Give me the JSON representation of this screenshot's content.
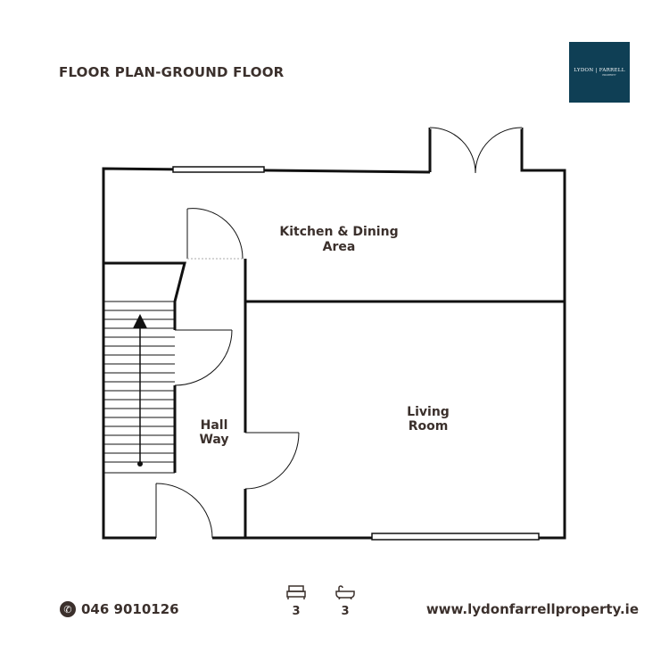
{
  "title": "FLOOR PLAN-GROUND FLOOR",
  "logo": {
    "line1": "LYDON | FARRELL",
    "line2": "PROPERTY"
  },
  "rooms": {
    "kitchen_line1": "Kitchen & Dining",
    "kitchen_line2": "Area",
    "living_line1": "Living",
    "living_line2": "Room",
    "hall_line1": "Hall",
    "hall_line2": "Way"
  },
  "footer": {
    "phone": "046 9010126",
    "bedrooms": "3",
    "bathrooms": "3",
    "website": "www.lydonfarrellproperty.ie"
  },
  "colors": {
    "text": "#3b302c",
    "logo_bg": "#0f3f55"
  }
}
